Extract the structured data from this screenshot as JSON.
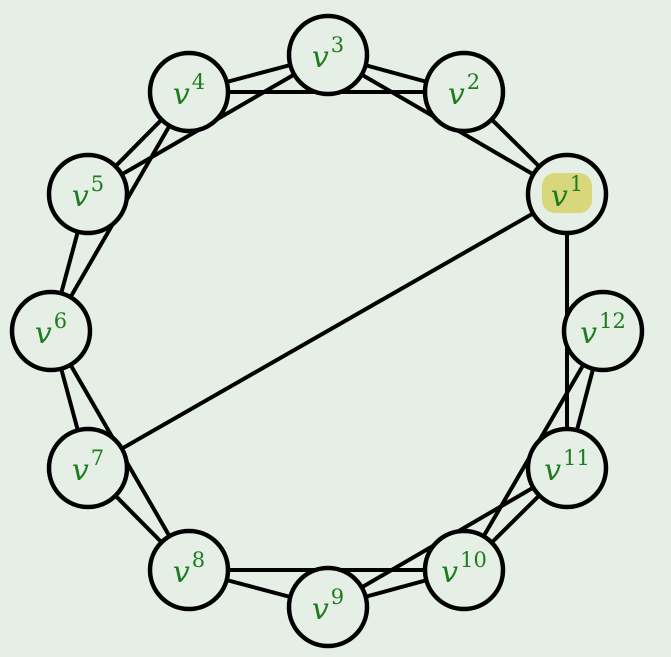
{
  "colors": {
    "background": "#e5efe5",
    "label": "#1e7b1e",
    "edge": "#000000",
    "highlight": "#d9d77c"
  },
  "nodes": [
    {
      "id": "v1",
      "base": "v",
      "sup": "1",
      "highlighted": true
    },
    {
      "id": "v2",
      "base": "v",
      "sup": "2"
    },
    {
      "id": "v3",
      "base": "v",
      "sup": "3"
    },
    {
      "id": "v4",
      "base": "v",
      "sup": "4"
    },
    {
      "id": "v5",
      "base": "v",
      "sup": "5"
    },
    {
      "id": "v6",
      "base": "v",
      "sup": "6"
    },
    {
      "id": "v7",
      "base": "v",
      "sup": "7"
    },
    {
      "id": "v8",
      "base": "v",
      "sup": "8"
    },
    {
      "id": "v9",
      "base": "v",
      "sup": "9"
    },
    {
      "id": "v10",
      "base": "v",
      "sup": "10"
    },
    {
      "id": "v11",
      "base": "v",
      "sup": "11"
    },
    {
      "id": "v12",
      "base": "v",
      "sup": "12"
    }
  ],
  "edges": [
    [
      "v1",
      "v2"
    ],
    [
      "v2",
      "v3"
    ],
    [
      "v3",
      "v4"
    ],
    [
      "v4",
      "v5"
    ],
    [
      "v5",
      "v6"
    ],
    [
      "v6",
      "v7"
    ],
    [
      "v7",
      "v8"
    ],
    [
      "v8",
      "v9"
    ],
    [
      "v9",
      "v10"
    ],
    [
      "v10",
      "v11"
    ],
    [
      "v11",
      "v12"
    ],
    [
      "v1",
      "v11"
    ],
    [
      "v2",
      "v4"
    ],
    [
      "v3",
      "v5"
    ],
    [
      "v4",
      "v6"
    ],
    [
      "v6",
      "v8"
    ],
    [
      "v8",
      "v10"
    ],
    [
      "v9",
      "v11"
    ],
    [
      "v10",
      "v12"
    ],
    [
      "v1",
      "v7"
    ],
    [
      "v1",
      "v3"
    ]
  ]
}
